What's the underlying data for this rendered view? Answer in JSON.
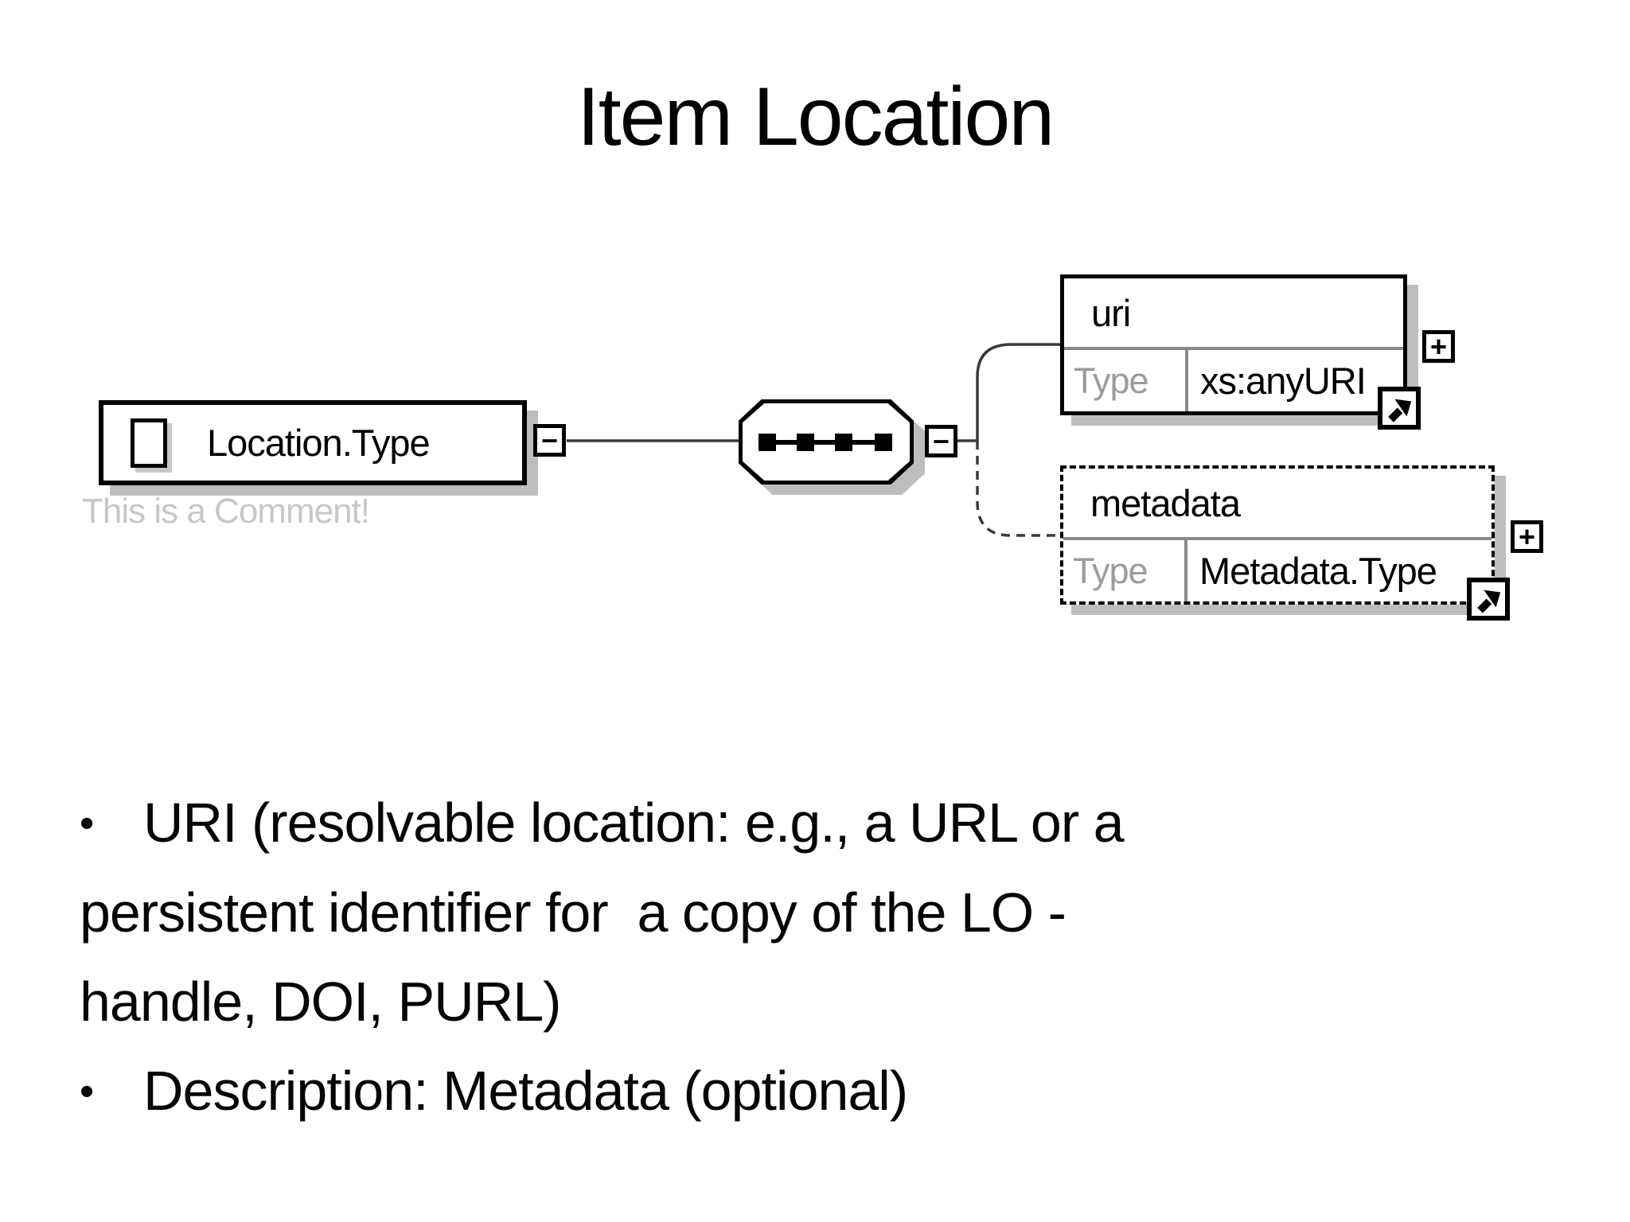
{
  "slide": {
    "title": "Item Location",
    "bullet_glyph": "•",
    "bullets": [
      {
        "bullet": true,
        "text": "URI (resolvable location: e.g., a URL or a"
      },
      {
        "bullet": false,
        "text": "persistent identifier for  a copy of the LO -"
      },
      {
        "bullet": false,
        "text": "handle, DOI, PURL)"
      },
      {
        "bullet": true,
        "text": "Description: Metadata (optional)"
      }
    ]
  },
  "diagram": {
    "root": {
      "label": "Location.Type",
      "comment": "This is a Comment!"
    },
    "collapse_glyph": "−",
    "expand_glyph": "+",
    "elements": [
      {
        "name": "uri",
        "type_label": "Type",
        "type_value": "xs:anyURI",
        "optional": false
      },
      {
        "name": "metadata",
        "type_label": "Type",
        "type_value": "Metadata.Type",
        "optional": true
      }
    ],
    "colors": {
      "box_border": "#000000",
      "shadow": "#bdbdbd",
      "connector": "#3a3a3a",
      "divider": "#8a8a8a",
      "type_label_text": "#9c9c9c",
      "comment_text": "#c7c7c7"
    }
  }
}
